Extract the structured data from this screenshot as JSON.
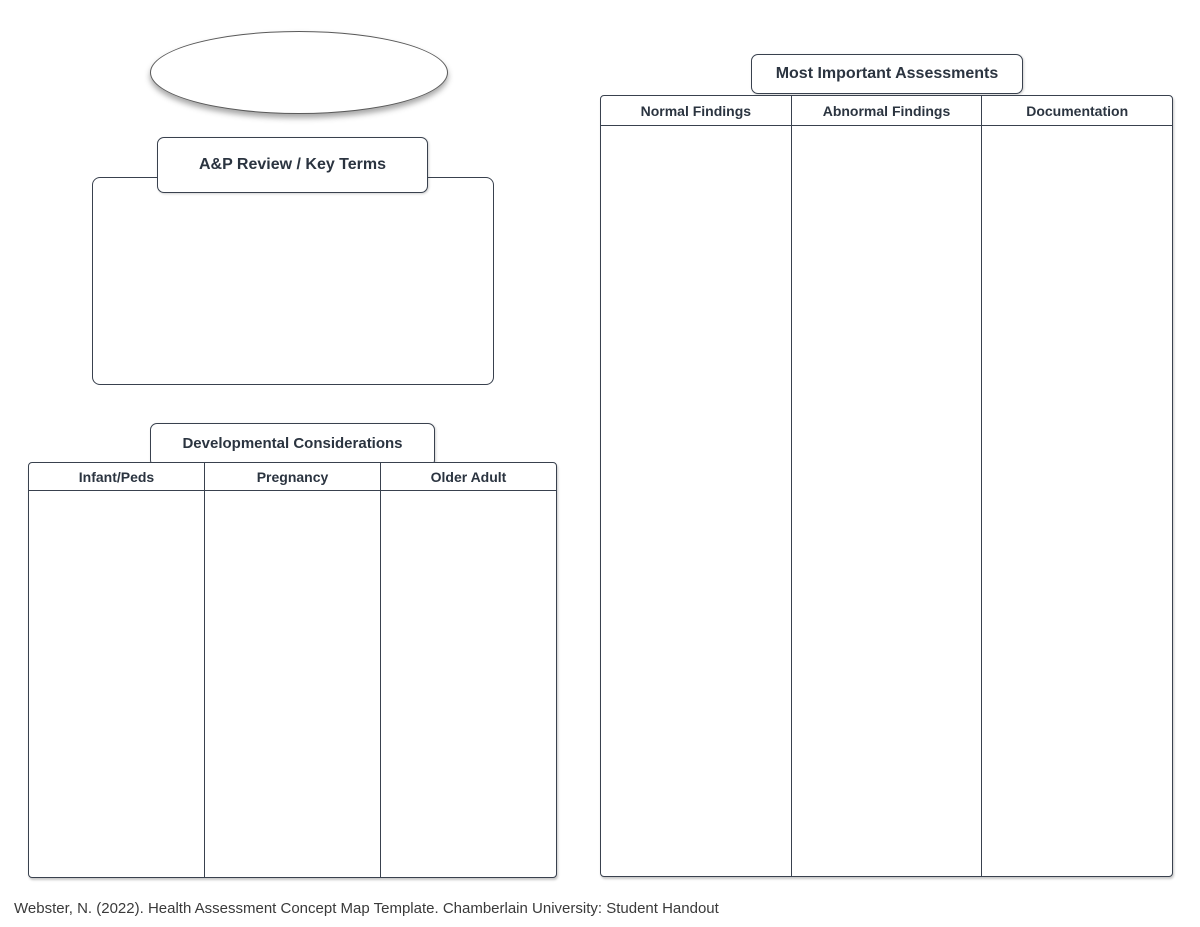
{
  "page": {
    "citation": "Webster, N. (2022). Health Assessment Concept Map Template. Chamberlain University: Student Handout"
  },
  "colors": {
    "line_dark_slate": "#39414e",
    "heading_text": "#2b3440",
    "oval_border": "#5a5a5a",
    "citation_text": "#3a3a3a",
    "background": "#ffffff"
  },
  "sections": {
    "topic_oval": {
      "text": ""
    },
    "ap_review": {
      "title": "A&P Review / Key Terms",
      "body_text": ""
    },
    "developmental": {
      "title": "Developmental Considerations",
      "columns": [
        "Infant/Peds",
        "Pregnancy",
        "Older Adult"
      ],
      "cells": [
        "",
        "",
        ""
      ]
    },
    "assessments": {
      "title": "Most Important Assessments",
      "columns": [
        "Normal Findings",
        "Abnormal Findings",
        "Documentation"
      ],
      "cells": [
        "",
        "",
        ""
      ]
    }
  }
}
